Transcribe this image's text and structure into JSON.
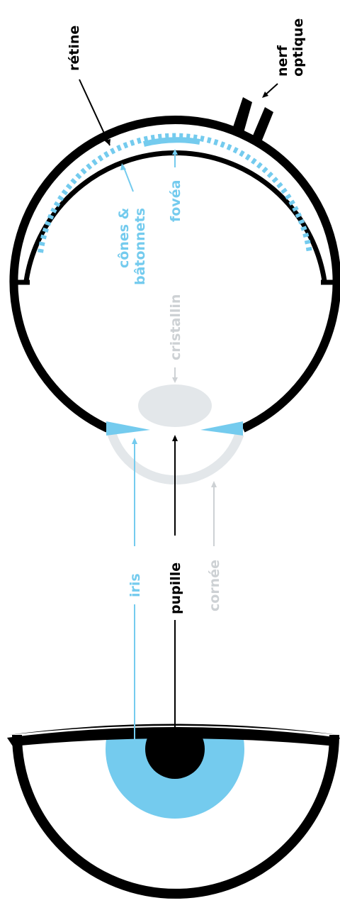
{
  "labels": {
    "retina": "rétine",
    "optic_nerve_line1": "nerf",
    "optic_nerve_line2": "optique",
    "cones_line1": "cônes &",
    "cones_line2": "bâtonnets",
    "fovea": "fovéa",
    "lens": "cristallin",
    "iris": "iris",
    "pupil": "pupille",
    "cornea": "cornée"
  },
  "colors": {
    "outline": "#000000",
    "blue": "#74cbee",
    "gray": "#e3e7ea",
    "gray_text": "#cdd1d4"
  }
}
